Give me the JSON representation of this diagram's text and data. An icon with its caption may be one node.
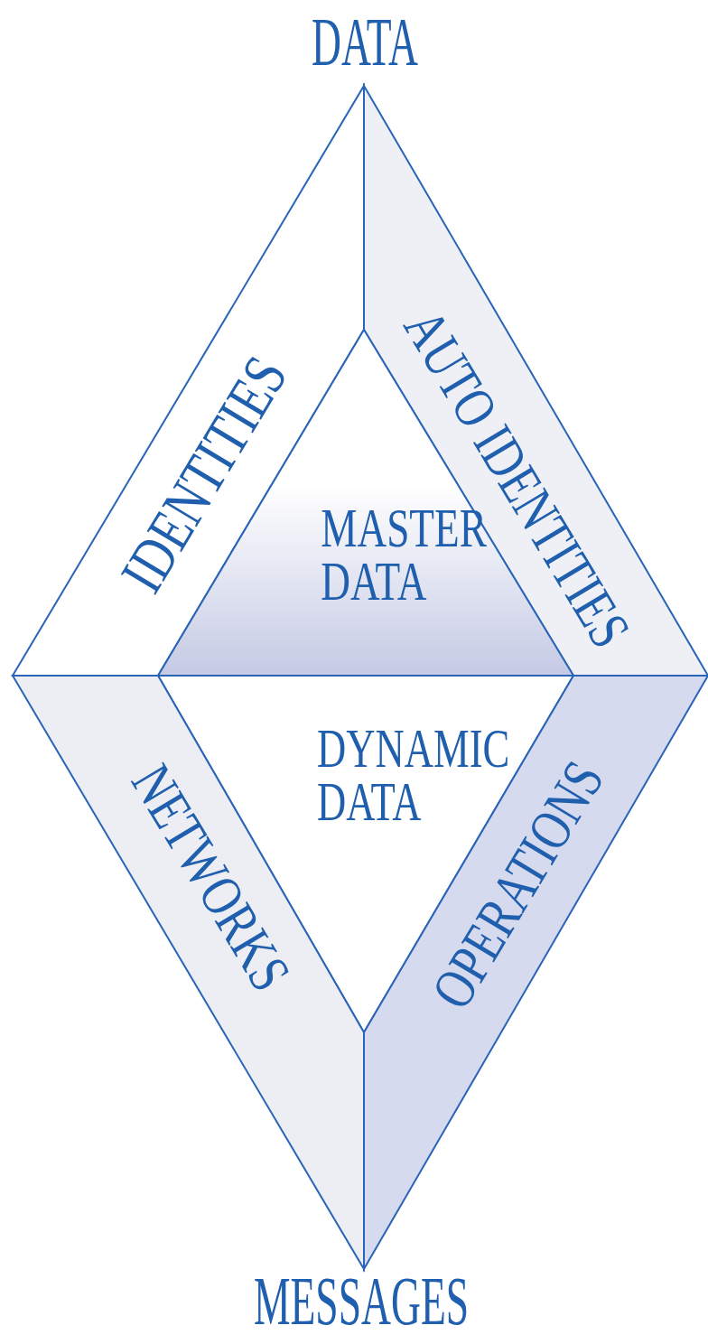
{
  "diagram": {
    "nodes": [
      {
        "text": [
          "IDENTITIES"
        ]
      },
      {
        "text": [
          "AUTO IDENTITIES"
        ]
      },
      {
        "text": [
          "MASTER DATA"
        ]
      },
      {
        "text": [
          "DYNAMIC DATA"
        ]
      },
      {
        "text": [
          "NETWORKS"
        ]
      },
      {
        "text": [
          "OPERATIONS"
        ]
      }
    ],
    "labels": [
      "DATA",
      "MESSAGES"
    ]
  }
}
